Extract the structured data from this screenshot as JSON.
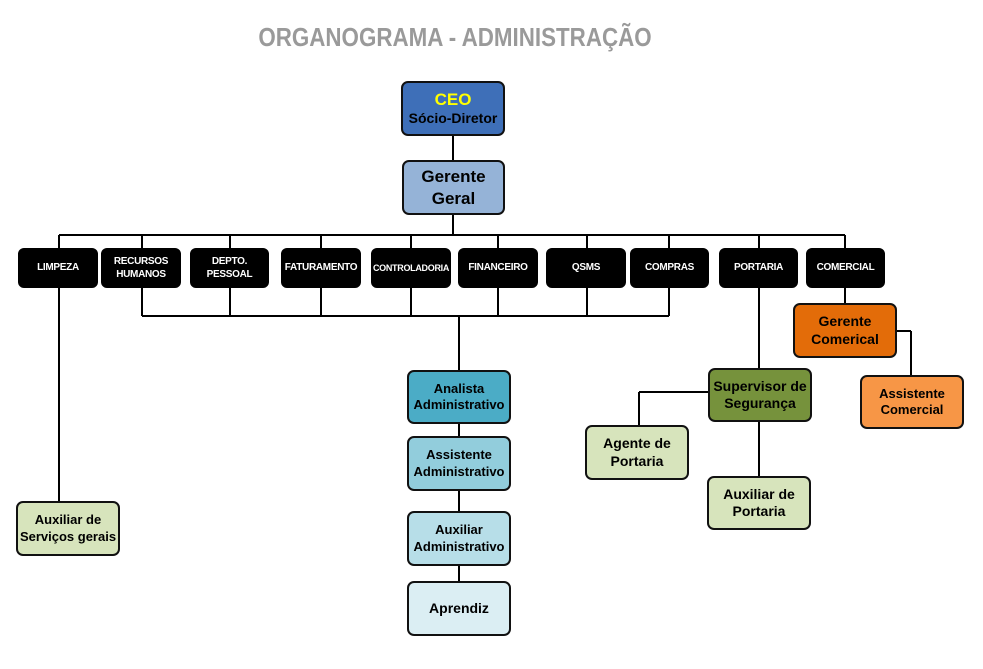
{
  "title": "ORGANOGRAMA - ADMINISTRAÇÃO",
  "colors": {
    "ceo": "#3e6fb8",
    "ceo_highlight": "#ffff00",
    "gerente_geral": "#95b3d7",
    "department": "#000000",
    "analista": "#4bacc6",
    "assistente": "#92cddc",
    "auxiliar": "#b7dee8",
    "aprendiz": "#dbeef3",
    "light_green": "#d7e4bc",
    "dark_green": "#76923c",
    "orange_dark": "#e36c09",
    "orange_light": "#f79646",
    "title": "#9a9a9a"
  },
  "ceo": {
    "line1": "CEO",
    "line2": "Sócio-Diretor"
  },
  "gerente_geral": {
    "line1": "Gerente",
    "line2": "Geral"
  },
  "departments": {
    "limpeza": [
      "LIMPEZA"
    ],
    "rh": [
      "RECURSOS",
      "HUMANOS"
    ],
    "pessoal": [
      "DEPTO.",
      "PESSOAL"
    ],
    "faturamento": [
      "FATURAMENTO"
    ],
    "controladoria": [
      "CONTROLADORIA"
    ],
    "financeiro": [
      "FINANCEIRO"
    ],
    "qsms": [
      "QSMS"
    ],
    "compras": [
      "COMPRAS"
    ],
    "portaria": [
      "PORTARIA"
    ],
    "comercial": [
      "COMERCIAL"
    ]
  },
  "positions": {
    "auxiliar_servicos": {
      "line1": "Auxiliar de",
      "line2": "Serviços gerais"
    },
    "analista_adm": {
      "line1": "Analista",
      "line2": "Administrativo"
    },
    "assistente_adm": {
      "line1": "Assistente",
      "line2": "Administrativo"
    },
    "auxiliar_adm": {
      "line1": "Auxiliar",
      "line2": "Administrativo"
    },
    "aprendiz": {
      "line1": "Aprendiz"
    },
    "supervisor_seg": {
      "line1": "Supervisor de",
      "line2": "Segurança"
    },
    "agente_portaria": {
      "line1": "Agente de",
      "line2": "Portaria"
    },
    "auxiliar_portaria": {
      "line1": "Auxiliar de",
      "line2": "Portaria"
    },
    "gerente_comercial": {
      "line1": "Gerente",
      "line2": "Comerical"
    },
    "assistente_comercial": {
      "line1": "Assistente",
      "line2": "Comercial"
    }
  }
}
